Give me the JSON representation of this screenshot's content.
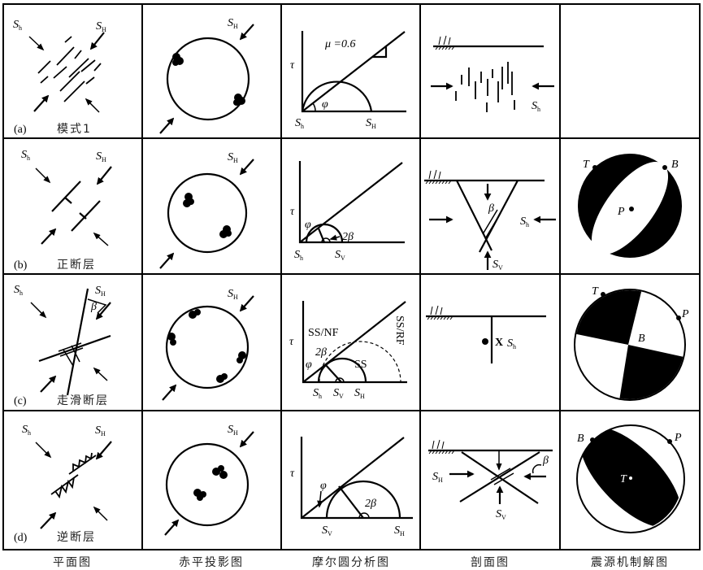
{
  "symbols": {
    "S": "S",
    "h": "h",
    "H": "H",
    "V": "V",
    "tau": "τ",
    "phi": "φ",
    "beta": "β",
    "two_beta": "2β",
    "T": "T",
    "B": "B",
    "P": "P"
  },
  "rows": [
    {
      "tag": "(a)",
      "name": "模式1",
      "mu_label": "μ =0.6"
    },
    {
      "tag": "(b)",
      "name": "正断层"
    },
    {
      "tag": "(c)",
      "name": "走滑断层",
      "ss_nf": "SS/NF",
      "ss_rf": "SS/RF",
      "ss": "SS",
      "x_mark": "X"
    },
    {
      "tag": "(d)",
      "name": "逆断层"
    }
  ],
  "columns": [
    "平面图",
    "赤平投影图",
    "摩尔圆分析图",
    "剖面图",
    "震源机制解图"
  ],
  "colors": {
    "ink": "#000000",
    "background": "#ffffff"
  }
}
